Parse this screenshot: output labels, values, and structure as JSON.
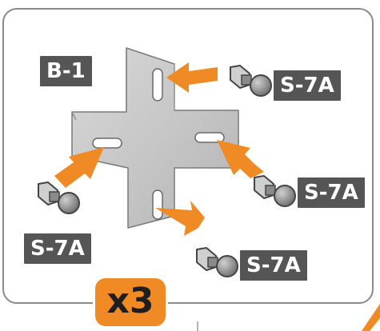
{
  "part_label": "B-1",
  "screw_labels": [
    "S-7A",
    "S-7A",
    "S-7A",
    "S-7A"
  ],
  "quantity": "x3",
  "colors": {
    "arrow": "#f08a24",
    "plate": "#c9c9c9",
    "label_bg": "#555555",
    "frame": "#8a8a8a"
  }
}
